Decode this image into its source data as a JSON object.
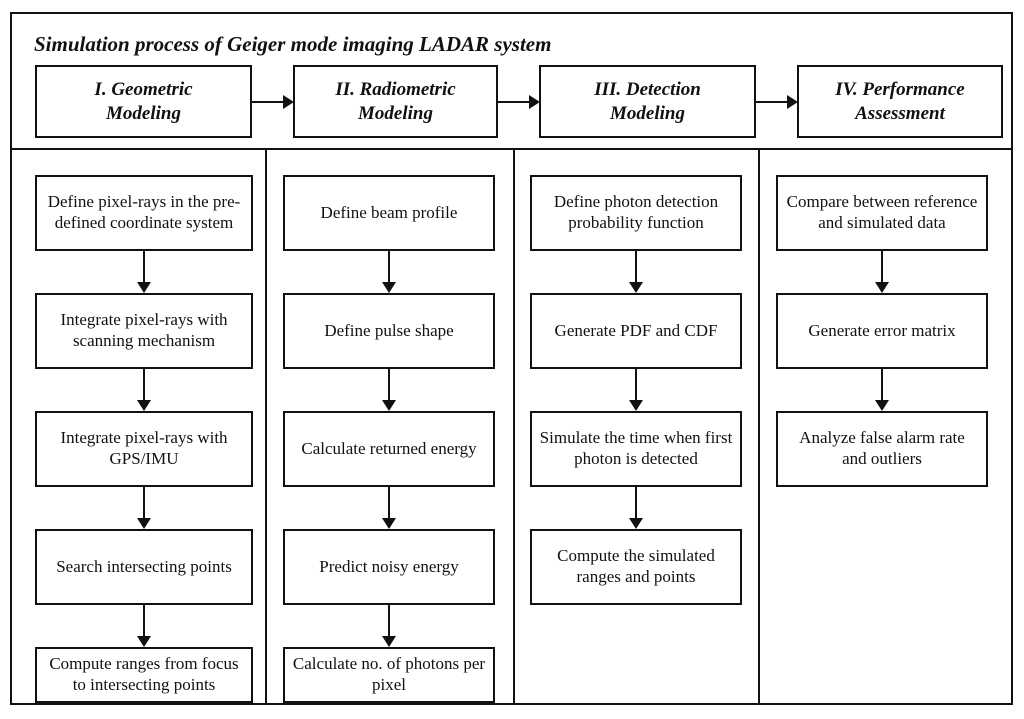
{
  "diagram": {
    "title": "Simulation process of Geiger mode imaging LADAR system",
    "type": "flowchart",
    "border_color": "#111111",
    "background_color": "#ffffff",
    "stages": [
      {
        "id": "stage-1",
        "label": "I.  Geometric\nModeling",
        "line1": "I.  Geometric",
        "line2": "Modeling",
        "steps": [
          "Define pixel-rays in the pre-defined coordinate system",
          "Integrate pixel-rays with scanning mechanism",
          "Integrate pixel-rays with GPS/IMU",
          "Search intersecting points",
          "Compute ranges from focus to intersecting points"
        ]
      },
      {
        "id": "stage-2",
        "label": "II. Radiometric\nModeling",
        "line1": "II. Radiometric",
        "line2": "Modeling",
        "steps": [
          "Define beam profile",
          "Define pulse shape",
          "Calculate returned energy",
          "Predict noisy energy",
          "Calculate no. of photons per pixel"
        ]
      },
      {
        "id": "stage-3",
        "label": "III. Detection\nModeling",
        "line1": "III. Detection",
        "line2": "Modeling",
        "steps": [
          "Define photon detection probability function",
          "Generate PDF and CDF",
          "Simulate the time when first photon is detected",
          "Compute the simulated ranges and points"
        ]
      },
      {
        "id": "stage-4",
        "label": "IV. Performance\nAssessment",
        "line1": "IV. Performance",
        "line2": "Assessment",
        "steps": [
          "Compare between reference and simulated data",
          "Generate error matrix",
          "Analyze false alarm rate and outliers"
        ]
      }
    ]
  }
}
